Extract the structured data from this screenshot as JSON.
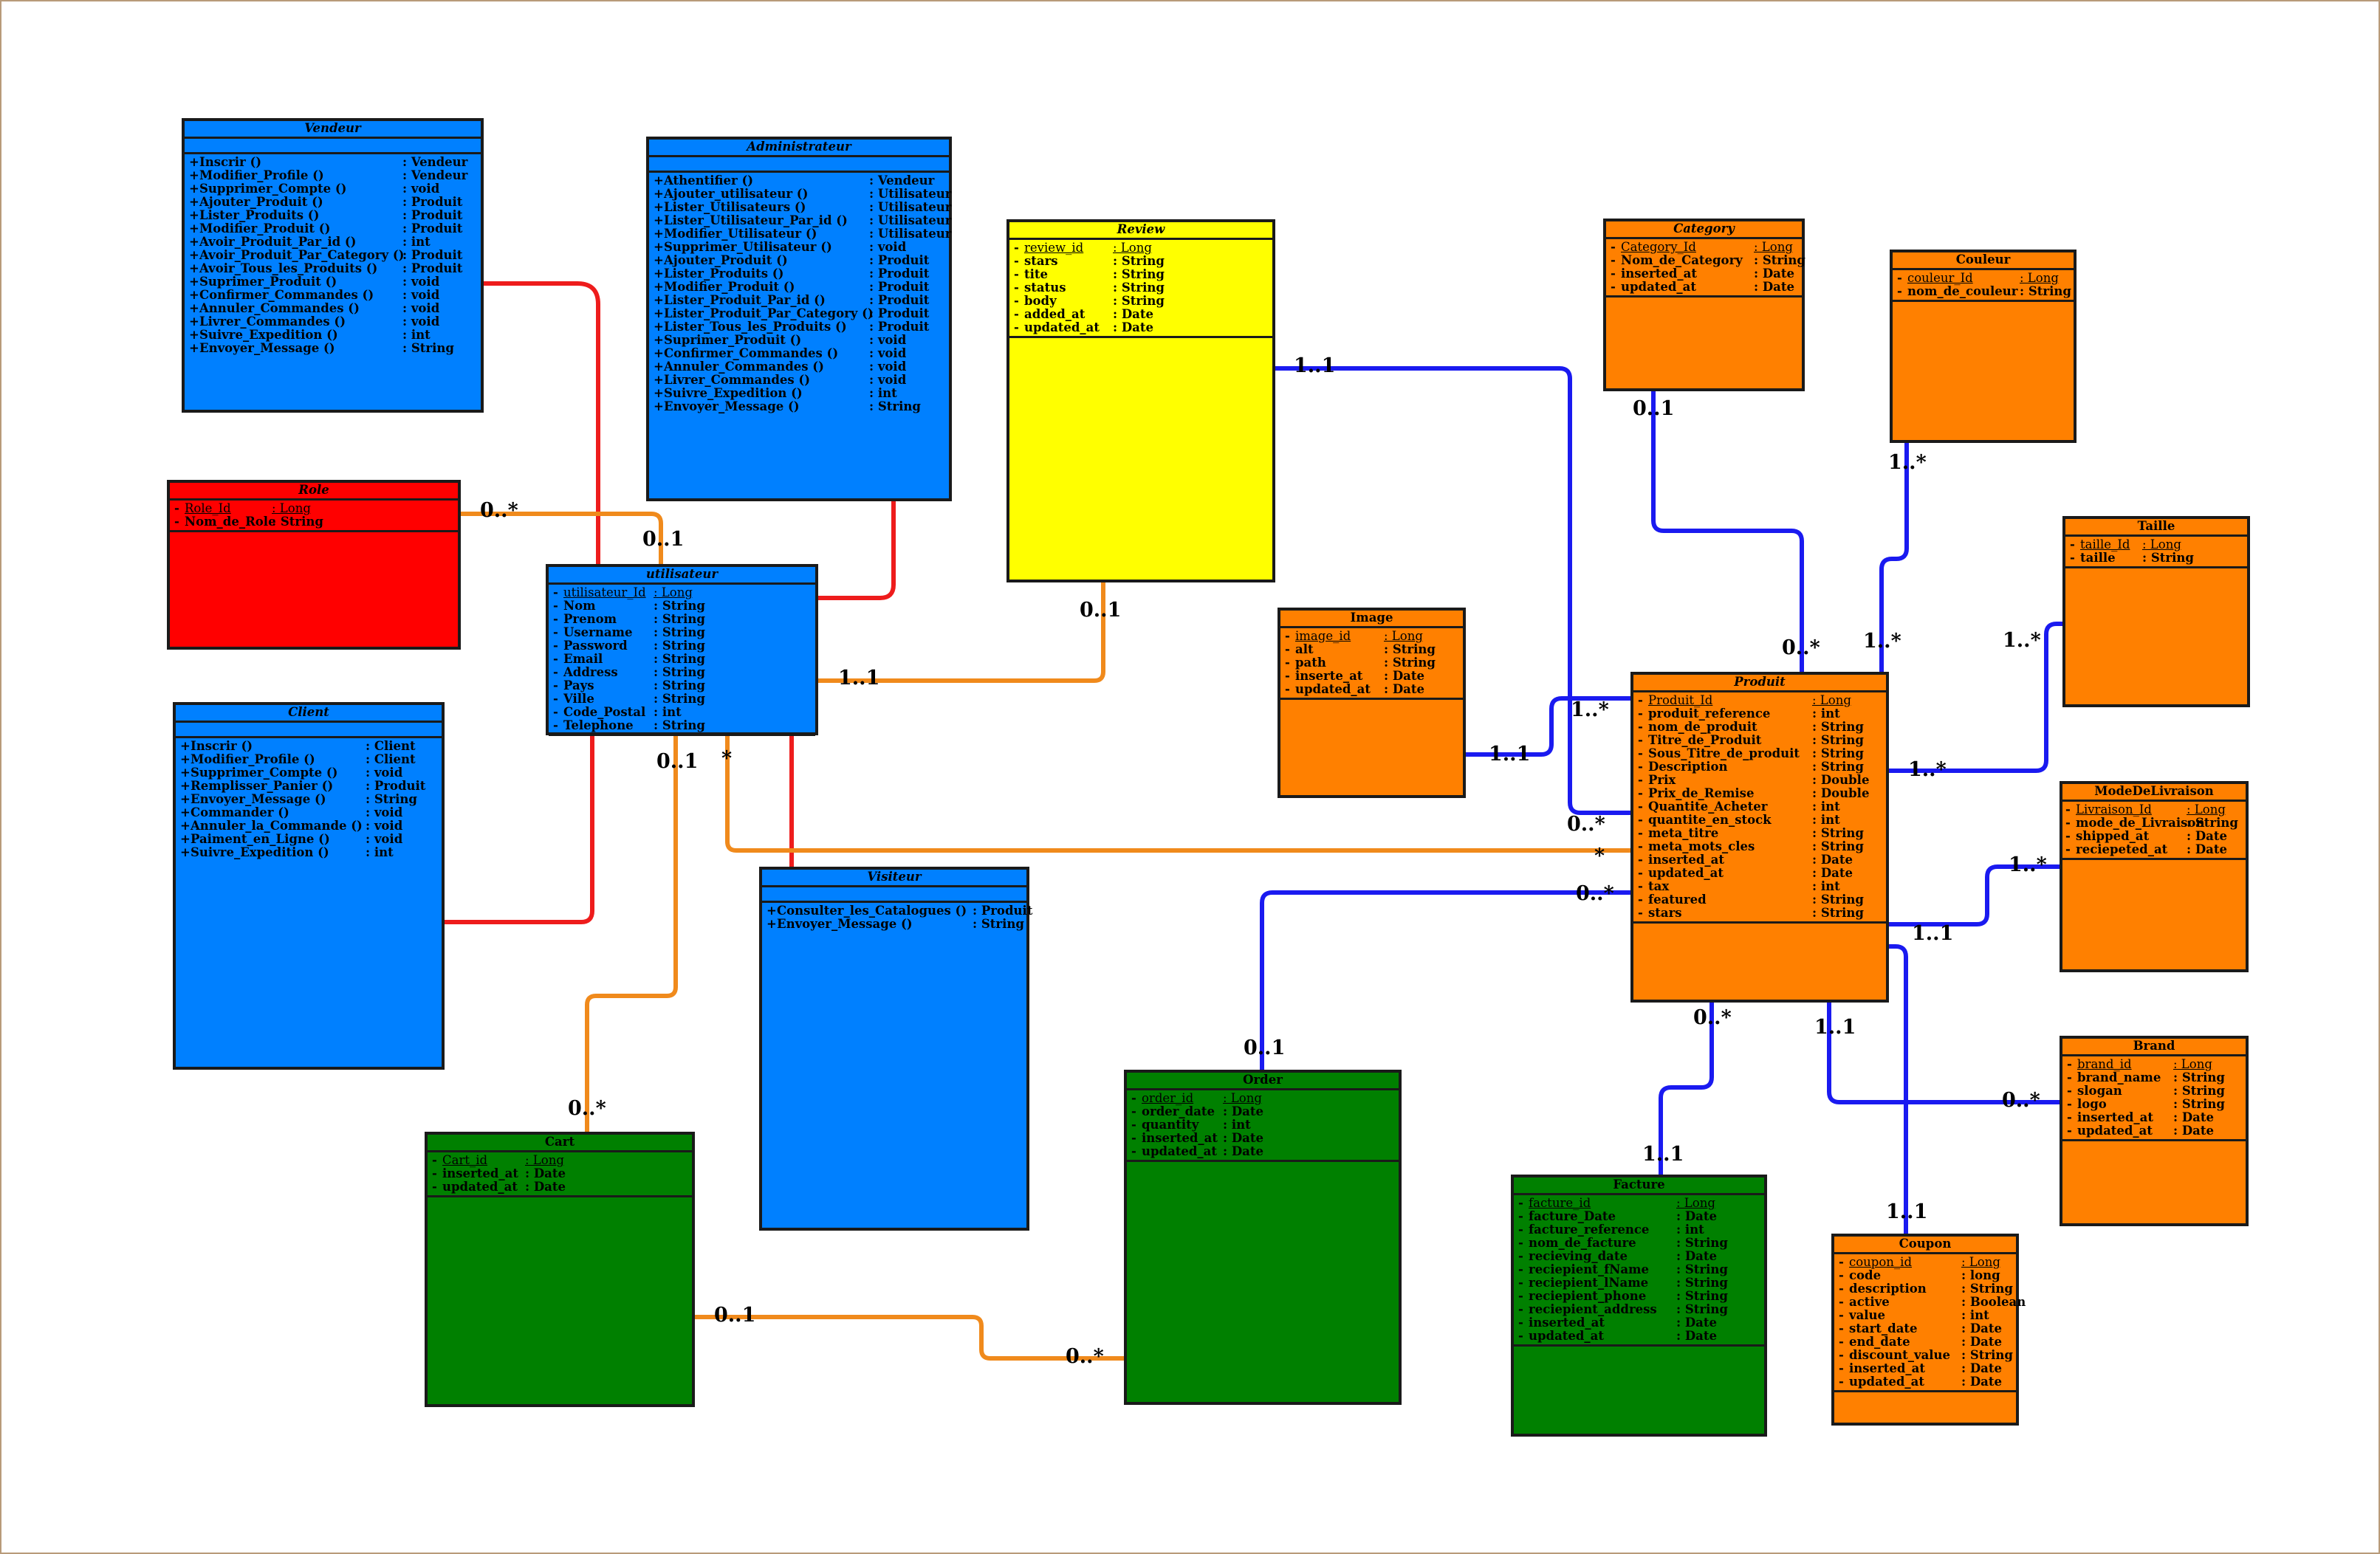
{
  "colors": {
    "blue": "#0080ff",
    "orange": "#ff8000",
    "green": "#008000",
    "red": "#ff0000",
    "yellow": "#ffff00",
    "line_red": "#ee1c1c",
    "line_orange": "#f08a1c",
    "line_blue": "#1a1af0"
  },
  "classes": {
    "vendeur": {
      "name": "Vendeur",
      "attributes": [],
      "methods": [
        {
          "v": "+",
          "n": "Inscrir ()",
          "t": ": Vendeur"
        },
        {
          "v": "+",
          "n": "Modifier_Profile ()",
          "t": ": Vendeur"
        },
        {
          "v": "+",
          "n": "Supprimer_Compte ()",
          "t": ": void"
        },
        {
          "v": "+",
          "n": "Ajouter_Produit ()",
          "t": ": Produit"
        },
        {
          "v": "+",
          "n": "Lister_Produits ()",
          "t": ": Produit"
        },
        {
          "v": "+",
          "n": "Modifier_Produit ()",
          "t": ": Produit"
        },
        {
          "v": "+",
          "n": "Avoir_Produit_Par_id ()",
          "t": ": int"
        },
        {
          "v": "+",
          "n": "Avoir_Produit_Par_Category ()",
          "t": ": Produit"
        },
        {
          "v": "+",
          "n": "Avoir_Tous_les_Produits ()",
          "t": ": Produit"
        },
        {
          "v": "+",
          "n": "Suprimer_Produit ()",
          "t": ": void"
        },
        {
          "v": "+",
          "n": "Confirmer_Commandes ()",
          "t": ": void"
        },
        {
          "v": "+",
          "n": "Annuler_Commandes ()",
          "t": ": void"
        },
        {
          "v": "+",
          "n": "Livrer_Commandes ()",
          "t": ": void"
        },
        {
          "v": "+",
          "n": "Suivre_Expedition ()",
          "t": ": int"
        },
        {
          "v": "+",
          "n": "Envoyer_Message ()",
          "t": ": String"
        }
      ]
    },
    "administrateur": {
      "name": "Administrateur",
      "attributes": [],
      "methods": [
        {
          "v": "+",
          "n": "Athentifier ()",
          "t": ": Vendeur"
        },
        {
          "v": "+",
          "n": "Ajouter_utilisateur ()",
          "t": ": Utilisateur"
        },
        {
          "v": "+",
          "n": "Lister_Utilisateurs ()",
          "t": ": Utilisateur"
        },
        {
          "v": "+",
          "n": "Lister_Utilisateur_Par_id ()",
          "t": ": Utilisateur"
        },
        {
          "v": "+",
          "n": "Modifier_Utilisateur ()",
          "t": ": Utilisateur"
        },
        {
          "v": "+",
          "n": "Supprimer_Utilisateur ()",
          "t": ": void"
        },
        {
          "v": "+",
          "n": "Ajouter_Produit ()",
          "t": ": Produit"
        },
        {
          "v": "+",
          "n": "Lister_Produits ()",
          "t": ": Produit"
        },
        {
          "v": "+",
          "n": "Modifier_Produit ()",
          "t": ": Produit"
        },
        {
          "v": "+",
          "n": "Lister_Produit_Par_id ()",
          "t": ": Produit"
        },
        {
          "v": "+",
          "n": "Lister_Produit_Par_Category ()",
          "t": ": Produit"
        },
        {
          "v": "+",
          "n": "Lister_Tous_les_Produits ()",
          "t": ": Produit"
        },
        {
          "v": "+",
          "n": "Suprimer_Produit ()",
          "t": ": void"
        },
        {
          "v": "+",
          "n": "Confirmer_Commandes ()",
          "t": ": void"
        },
        {
          "v": "+",
          "n": "Annuler_Commandes ()",
          "t": ": void"
        },
        {
          "v": "+",
          "n": "Livrer_Commandes ()",
          "t": ": void"
        },
        {
          "v": "+",
          "n": "Suivre_Expedition ()",
          "t": ": int"
        },
        {
          "v": "+",
          "n": "Envoyer_Message ()",
          "t": ": String"
        }
      ]
    },
    "role": {
      "name": "Role",
      "attributes": [
        {
          "v": "-",
          "n": "Role_Id",
          "t": ": Long",
          "key": true
        },
        {
          "v": "-",
          "n": "Nom_de_Role",
          "t": ": String"
        }
      ],
      "methods": []
    },
    "utilisateur": {
      "name": "utilisateur",
      "attributes": [
        {
          "v": "-",
          "n": "utilisateur_Id",
          "t": ": Long",
          "key": true
        },
        {
          "v": "-",
          "n": "Nom",
          "t": ": String"
        },
        {
          "v": "-",
          "n": "Prenom",
          "t": ": String"
        },
        {
          "v": "-",
          "n": "Username",
          "t": ": String"
        },
        {
          "v": "-",
          "n": "Password",
          "t": ": String"
        },
        {
          "v": "-",
          "n": "Email",
          "t": ": String"
        },
        {
          "v": "-",
          "n": "Address",
          "t": ": String"
        },
        {
          "v": "-",
          "n": "Pays",
          "t": ": String"
        },
        {
          "v": "-",
          "n": "Ville",
          "t": ": String"
        },
        {
          "v": "-",
          "n": "Code_Postal",
          "t": ": int"
        },
        {
          "v": "-",
          "n": "Telephone",
          "t": ": String"
        }
      ],
      "methods": []
    },
    "client": {
      "name": "Client",
      "attributes": [],
      "methods": [
        {
          "v": "+",
          "n": "Inscrir ()",
          "t": ": Client"
        },
        {
          "v": "+",
          "n": "Modifier_Profile ()",
          "t": ": Client"
        },
        {
          "v": "+",
          "n": "Supprimer_Compte ()",
          "t": ": void"
        },
        {
          "v": "+",
          "n": "Remplisser_Panier ()",
          "t": ": Produit"
        },
        {
          "v": "+",
          "n": "Envoyer_Message ()",
          "t": ": String"
        },
        {
          "v": "+",
          "n": "Commander ()",
          "t": ": void"
        },
        {
          "v": "+",
          "n": "Annuler_la_Commande ()",
          "t": ": void"
        },
        {
          "v": "+",
          "n": "Paiment_en_Ligne ()",
          "t": ": void"
        },
        {
          "v": "+",
          "n": "Suivre_Expedition ()",
          "t": ": int"
        }
      ]
    },
    "visiteur": {
      "name": "Visiteur",
      "attributes": [],
      "methods": [
        {
          "v": "+",
          "n": "Consulter_les_Catalogues ()",
          "t": ": Produit"
        },
        {
          "v": "+",
          "n": "Envoyer_Message ()",
          "t": ": String"
        }
      ]
    },
    "review": {
      "name": "Review",
      "attributes": [
        {
          "v": "-",
          "n": "review_id",
          "t": ": Long",
          "key": true
        },
        {
          "v": "-",
          "n": "stars",
          "t": ": String"
        },
        {
          "v": "-",
          "n": "tite",
          "t": ": String"
        },
        {
          "v": "-",
          "n": "status",
          "t": ": String"
        },
        {
          "v": "-",
          "n": "body",
          "t": ": String"
        },
        {
          "v": "-",
          "n": "added_at",
          "t": ": Date"
        },
        {
          "v": "-",
          "n": "updated_at",
          "t": ": Date"
        }
      ],
      "methods": []
    },
    "image": {
      "name": "Image",
      "attributes": [
        {
          "v": "-",
          "n": "image_id",
          "t": ": Long",
          "key": true
        },
        {
          "v": "-",
          "n": "alt",
          "t": ": String"
        },
        {
          "v": "-",
          "n": "path",
          "t": ": String"
        },
        {
          "v": "-",
          "n": "inserte_at",
          "t": ": Date"
        },
        {
          "v": "-",
          "n": "updated_at",
          "t": ": Date"
        }
      ],
      "methods": []
    },
    "category": {
      "name": "Category",
      "attributes": [
        {
          "v": "-",
          "n": "Category_Id",
          "t": ": Long",
          "key": true
        },
        {
          "v": "-",
          "n": "Nom_de_Category",
          "t": ": String"
        },
        {
          "v": "-",
          "n": "inserted_at",
          "t": ": Date"
        },
        {
          "v": "-",
          "n": "updated_at",
          "t": ": Date"
        }
      ],
      "methods": []
    },
    "couleur": {
      "name": "Couleur",
      "attributes": [
        {
          "v": "-",
          "n": "couleur_Id",
          "t": ": Long",
          "key": true
        },
        {
          "v": "-",
          "n": "nom_de_couleur",
          "t": ": String"
        }
      ],
      "methods": []
    },
    "taille": {
      "name": "Taille",
      "attributes": [
        {
          "v": "-",
          "n": "taille_Id",
          "t": ": Long",
          "key": true
        },
        {
          "v": "-",
          "n": "taille",
          "t": ": String"
        }
      ],
      "methods": []
    },
    "produit": {
      "name": "Produit",
      "attributes": [
        {
          "v": "-",
          "n": "Produit_Id",
          "t": ": Long",
          "key": true
        },
        {
          "v": "-",
          "n": "produit_reference",
          "t": ": int"
        },
        {
          "v": "-",
          "n": "nom_de_produit",
          "t": ": String"
        },
        {
          "v": "-",
          "n": "Titre_de_Produit",
          "t": ": String"
        },
        {
          "v": "-",
          "n": "Sous_Titre_de_produit",
          "t": ": String"
        },
        {
          "v": "-",
          "n": "Description",
          "t": ": String"
        },
        {
          "v": "-",
          "n": "Prix",
          "t": ": Double"
        },
        {
          "v": "-",
          "n": "Prix_de_Remise",
          "t": ": Double"
        },
        {
          "v": "-",
          "n": "Quantite_Acheter",
          "t": ": int"
        },
        {
          "v": "-",
          "n": "quantite_en_stock",
          "t": ": int"
        },
        {
          "v": "-",
          "n": "meta_titre",
          "t": ": String"
        },
        {
          "v": "-",
          "n": "meta_mots_cles",
          "t": ": String"
        },
        {
          "v": "-",
          "n": "inserted_at",
          "t": ": Date"
        },
        {
          "v": "-",
          "n": "updated_at",
          "t": ": Date"
        },
        {
          "v": "-",
          "n": "tax",
          "t": ": int"
        },
        {
          "v": "-",
          "n": "featured",
          "t": ": String"
        },
        {
          "v": "-",
          "n": "stars",
          "t": ": String"
        }
      ],
      "methods": []
    },
    "modedelivraison": {
      "name": "ModeDeLivraison",
      "attributes": [
        {
          "v": "-",
          "n": "Livraison_Id",
          "t": ": Long",
          "key": true
        },
        {
          "v": "-",
          "n": "mode_de_Livraison",
          "t": ": String"
        },
        {
          "v": "-",
          "n": "shipped_at",
          "t": ": Date"
        },
        {
          "v": "-",
          "n": "reciepeted_at",
          "t": ": Date"
        }
      ],
      "methods": []
    },
    "brand": {
      "name": "Brand",
      "attributes": [
        {
          "v": "-",
          "n": "brand_id",
          "t": ": Long",
          "key": true
        },
        {
          "v": "-",
          "n": "brand_name",
          "t": ": String"
        },
        {
          "v": "-",
          "n": "slogan",
          "t": ": String"
        },
        {
          "v": "-",
          "n": "logo",
          "t": ": String"
        },
        {
          "v": "-",
          "n": "inserted_at",
          "t": ": Date"
        },
        {
          "v": "-",
          "n": "updated_at",
          "t": ": Date"
        }
      ],
      "methods": []
    },
    "cart": {
      "name": "Cart",
      "attributes": [
        {
          "v": "-",
          "n": "Cart_id",
          "t": ": Long",
          "key": true
        },
        {
          "v": "-",
          "n": "inserted_at",
          "t": ": Date"
        },
        {
          "v": "-",
          "n": "updated_at",
          "t": ": Date"
        }
      ],
      "methods": []
    },
    "order": {
      "name": "Order",
      "attributes": [
        {
          "v": "-",
          "n": "order_id",
          "t": ": Long",
          "key": true
        },
        {
          "v": "-",
          "n": "order_date",
          "t": ": Date"
        },
        {
          "v": "-",
          "n": "quantity",
          "t": ": int"
        },
        {
          "v": "-",
          "n": "inserted_at",
          "t": ": Date"
        },
        {
          "v": "-",
          "n": "updated_at",
          "t": ": Date"
        }
      ],
      "methods": []
    },
    "facture": {
      "name": "Facture",
      "attributes": [
        {
          "v": "-",
          "n": "facture_id",
          "t": ": Long",
          "key": true
        },
        {
          "v": "-",
          "n": "facture_Date",
          "t": ": Date"
        },
        {
          "v": "-",
          "n": "facture_reference",
          "t": ": int"
        },
        {
          "v": "-",
          "n": "nom_de_facture",
          "t": ": String"
        },
        {
          "v": "-",
          "n": "recieving_date",
          "t": ": Date"
        },
        {
          "v": "-",
          "n": "reciepient_fName",
          "t": ": String"
        },
        {
          "v": "-",
          "n": "reciepient_lName",
          "t": ": String"
        },
        {
          "v": "-",
          "n": "reciepient_phone",
          "t": ": String"
        },
        {
          "v": "-",
          "n": "reciepient_address",
          "t": ": String"
        },
        {
          "v": "-",
          "n": "inserted_at",
          "t": ": Date"
        },
        {
          "v": "-",
          "n": "updated_at",
          "t": ": Date"
        }
      ],
      "methods": []
    },
    "coupon": {
      "name": "Coupon",
      "attributes": [
        {
          "v": "-",
          "n": "coupon_id",
          "t": ": Long",
          "key": true
        },
        {
          "v": "-",
          "n": "code",
          "t": ": long"
        },
        {
          "v": "-",
          "n": "description",
          "t": ": String"
        },
        {
          "v": "-",
          "n": "active",
          "t": ": Boolean"
        },
        {
          "v": "-",
          "n": "value",
          "t": ": int"
        },
        {
          "v": "-",
          "n": "start_date",
          "t": ": Date"
        },
        {
          "v": "-",
          "n": "end_date",
          "t": ": Date"
        },
        {
          "v": "-",
          "n": "discount_value",
          "t": ": String"
        },
        {
          "v": "-",
          "n": "inserted_at",
          "t": ": Date"
        },
        {
          "v": "-",
          "n": "updated_at",
          "t": ": Date"
        }
      ],
      "methods": []
    }
  },
  "multiplicities": {
    "role_end": "0..*",
    "role_user_end": "0..1",
    "review_end": "0..1",
    "user_review_end": "1..1",
    "user_cart_end": "0..1",
    "cart_user_end": "0..*",
    "user_produit_end": "*",
    "produit_user_end": "*",
    "cart_order_end": "0..1",
    "order_cart_end": "0..*",
    "order_end": "0..1",
    "produit_order_end": "0..*",
    "review_produit_end": "1..1",
    "produit_review_end": "0..*",
    "image_end": "1..1",
    "produit_image_end": "1..*",
    "category_end": "0..1",
    "produit_category_end": "0..*",
    "couleur_end": "1..*",
    "produit_couleur_end": "1..*",
    "taille_end": "1..*",
    "produit_taille_end": "1..*",
    "livraison_end": "1..*",
    "produit_livraison_end": "1..1",
    "facture_end": "1..1",
    "produit_facture_end": "0..*",
    "coupon_end": "1..1",
    "brand_end": "0..*",
    "produit_brand_end": "1..1"
  }
}
